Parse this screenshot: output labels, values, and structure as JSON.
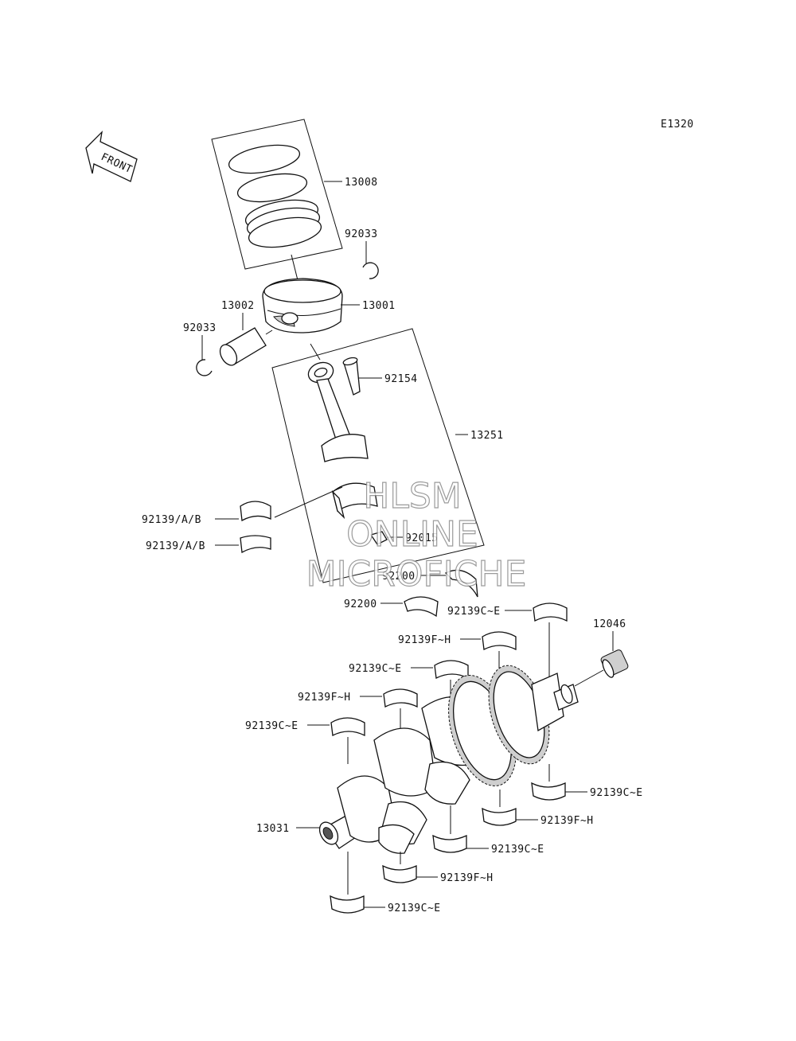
{
  "diagram_code": "E1320",
  "front_label": "FRONT",
  "watermark": {
    "line1": "HLSM",
    "line2": "ONLINE",
    "line3": "MICROFICHE"
  },
  "part_labels": {
    "l13008": "13008",
    "l92033a": "92033",
    "l13001": "13001",
    "l13002": "13002",
    "l92033b": "92033",
    "l92154": "92154",
    "l13251": "13251",
    "l92139ab1": "92139/A/B",
    "l92139ab2": "92139/A/B",
    "l92015": "92015",
    "l92200a": "92200",
    "l92200b": "92200",
    "l92139ce1": "92139C~E",
    "l12046": "12046",
    "l92139fh1": "92139F~H",
    "l92139ce2": "92139C~E",
    "l92139fh2": "92139F~H",
    "l92139ce3": "92139C~E",
    "l92139ce4": "92139C~E",
    "l13031": "13031",
    "l92139fh3": "92139F~H",
    "l92139ce5": "92139C~E",
    "l92139fh4": "92139F~H",
    "l92139ce6": "92139C~E"
  }
}
